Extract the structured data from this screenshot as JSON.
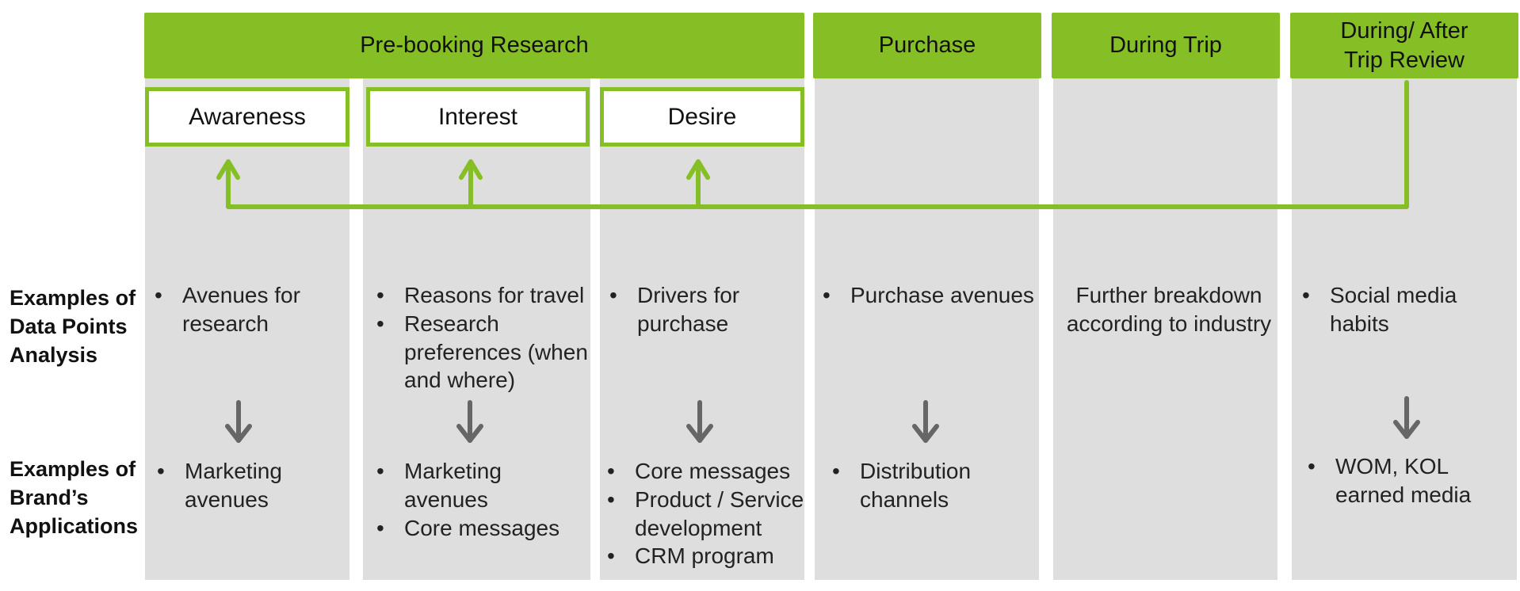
{
  "colors": {
    "green": "#85bf25",
    "grey_column": "#dedede",
    "arrow_grey": "#666666"
  },
  "phases": {
    "prebooking": "Pre-booking Research",
    "purchase": "Purchase",
    "during_trip": "During Trip",
    "after_trip": "During/ After\nTrip Review"
  },
  "stages": {
    "awareness": "Awareness",
    "interest": "Interest",
    "desire": "Desire"
  },
  "row_labels": {
    "data_points": "Examples of\nData Points\nAnalysis",
    "brand_applications": "Examples of\nBrand’s\nApplications"
  },
  "data_points": {
    "awareness": [
      "Avenues for research"
    ],
    "interest": [
      "Reasons for travel",
      "Research preferences (when and where)"
    ],
    "desire": [
      "Drivers for purchase"
    ],
    "purchase": [
      "Purchase avenues"
    ],
    "during_trip": "Further breakdown according to industry",
    "after_trip": [
      "Social media habits"
    ]
  },
  "brand_applications": {
    "awareness": [
      "Marketing avenues"
    ],
    "interest": [
      "Marketing avenues",
      "Core messages"
    ],
    "desire": [
      "Core messages",
      "Product / Service development",
      "CRM program"
    ],
    "purchase": [
      "Distribution channels"
    ],
    "after_trip": [
      "WOM, KOL earned media"
    ]
  }
}
